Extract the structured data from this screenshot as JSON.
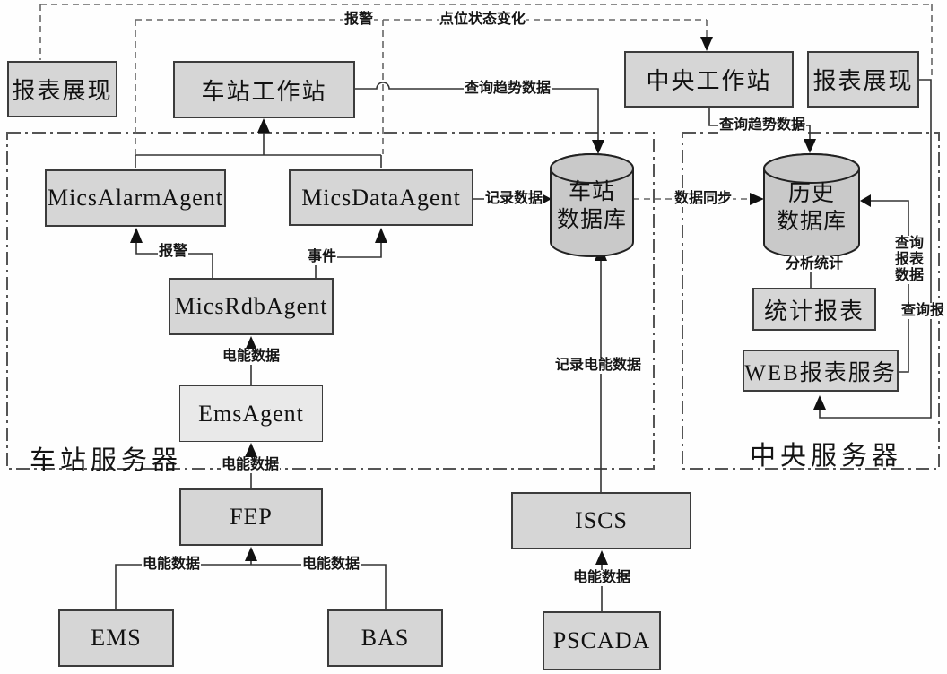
{
  "nodes": {
    "report_display_left": "报表展现",
    "station_workstation": "车站工作站",
    "central_workstation": "中央工作站",
    "report_display_right": "报表展现",
    "mics_alarm_agent": "MicsAlarmAgent",
    "mics_data_agent": "MicsDataAgent",
    "mics_rdb_agent": "MicsRdbAgent",
    "ems_agent": "EmsAgent",
    "fep": "FEP",
    "ems": "EMS",
    "bas": "BAS",
    "iscs": "ISCS",
    "pscada": "PSCADA",
    "station_db_line1": "车站",
    "station_db_line2": "数据库",
    "history_db_line1": "历史",
    "history_db_line2": "数据库",
    "stats_report": "统计报表",
    "web_report_service": "WEB报表服务"
  },
  "groups": {
    "station_server": "车站服务器",
    "central_server": "中央服务器"
  },
  "edge_labels": {
    "alarm_top": "报警",
    "point_status_change": "点位状态变化",
    "query_trend_left": "查询趋势数据",
    "query_trend_right": "查询趋势数据",
    "record_data": "记录数据",
    "data_sync": "数据同步",
    "alarm_mid": "报警",
    "event": "事件",
    "power_data_to_rdb": "电能数据",
    "power_data_to_emsagent": "电能数据",
    "power_data_from_ems": "电能数据",
    "power_data_from_bas": "电能数据",
    "power_data_from_pscada": "电能数据",
    "record_power_data": "记录电能数据",
    "analysis_stats": "分析统计",
    "query_report_data": "查询报表数据",
    "query_report_partial": "查询报"
  },
  "colors": {
    "box_fill": "#d6d6d6",
    "box_fill_light": "#e9e9e9",
    "cylinder_fill": "#c9c9c9",
    "line": "#333333",
    "dashed_line": "#666666",
    "group_border": "#555555"
  }
}
